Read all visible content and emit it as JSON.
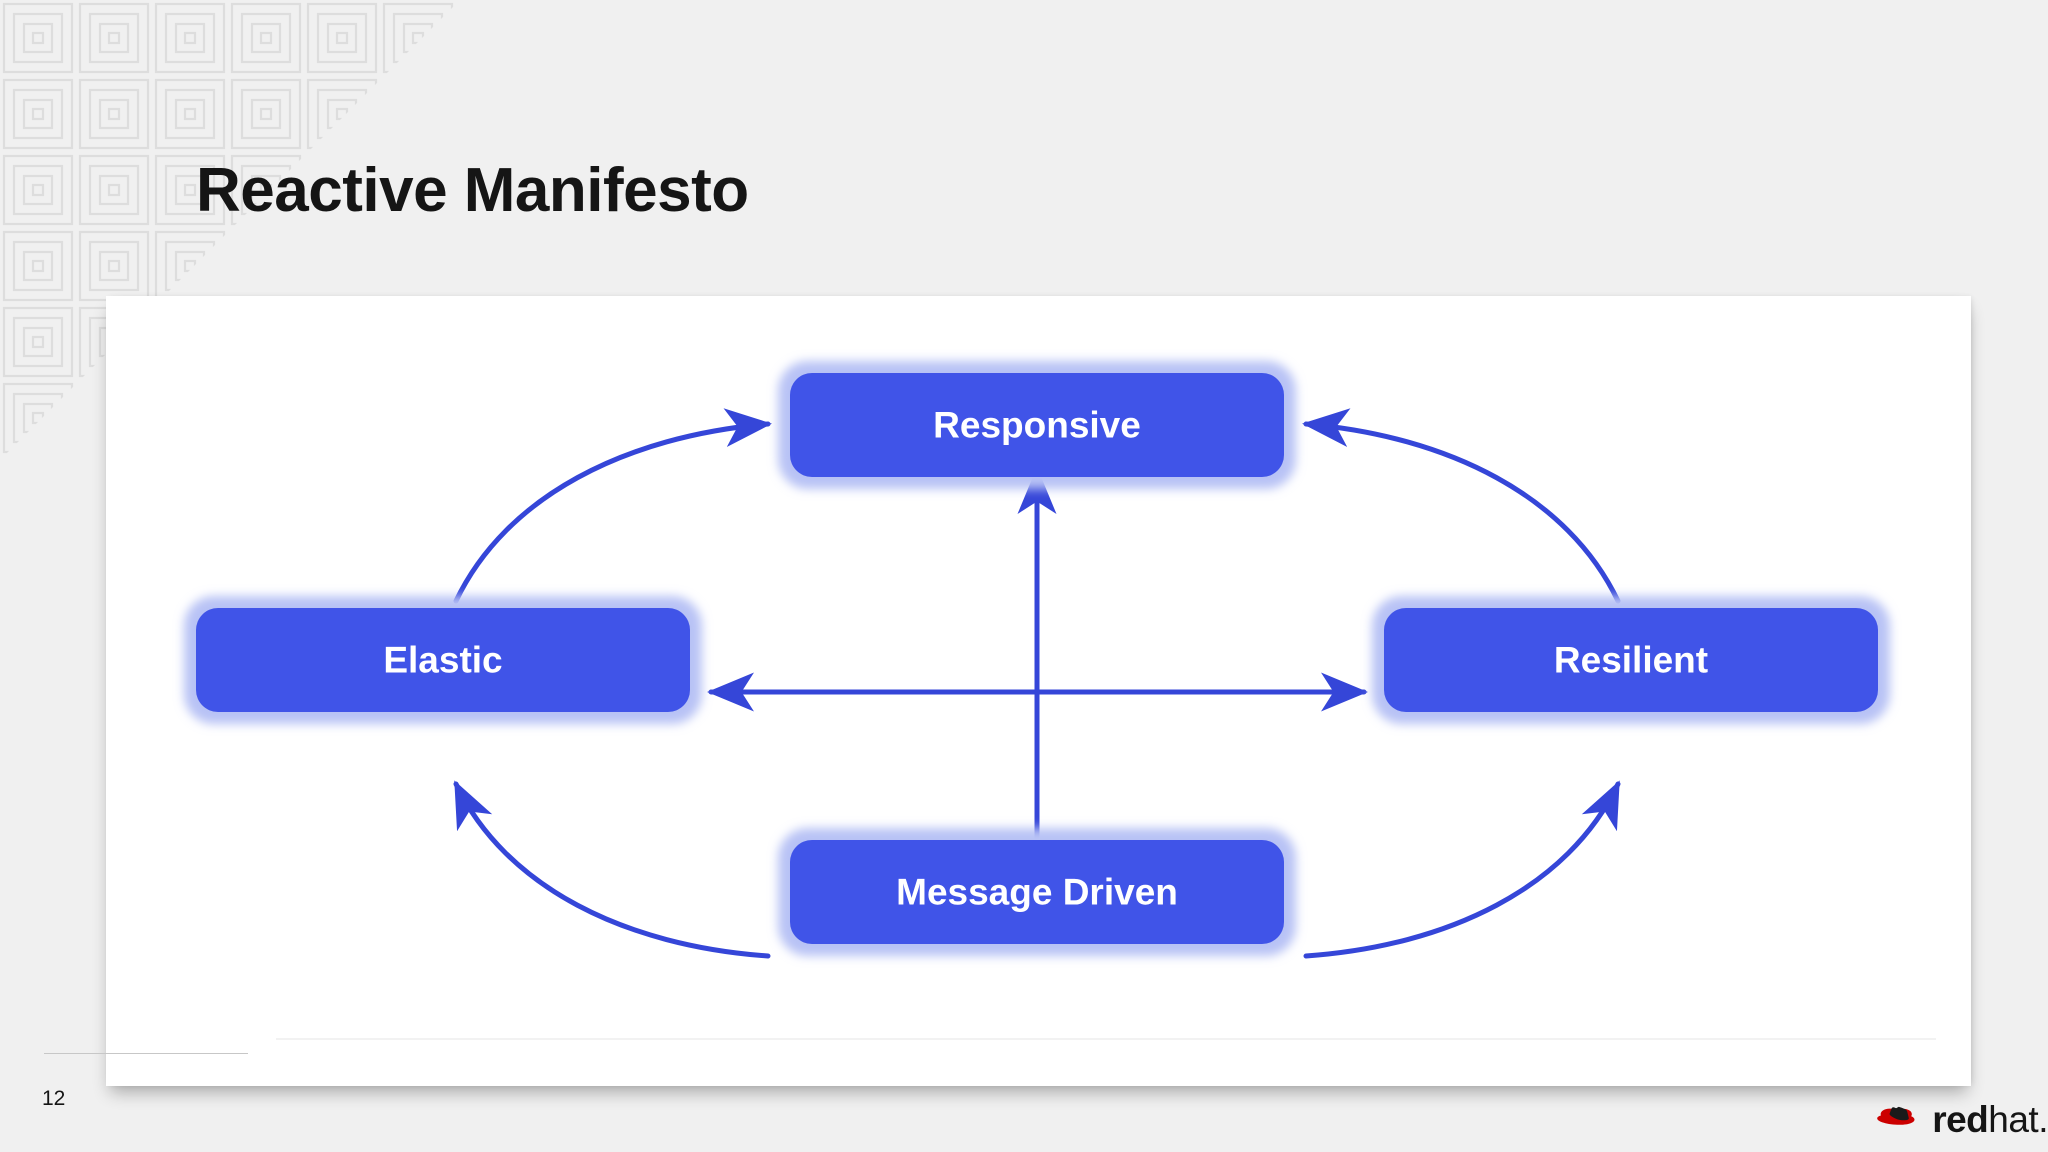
{
  "slide": {
    "title": "Reactive Manifesto",
    "page_number": "12",
    "background_color": "#f0f0f0",
    "panel_color": "#ffffff"
  },
  "brand": {
    "name_bold": "red",
    "name_light": "hat.",
    "logo_icon": "red-hat-fedora-icon",
    "logo_color": "#cc0000"
  },
  "diagram": {
    "type": "cycle-diagram",
    "accent_color": "#3b53e0",
    "box_fill": "#4054e8",
    "box_glow": "#b8c2f5",
    "arrow_color": "#3546d8",
    "nodes": [
      {
        "id": "responsive",
        "label": "Responsive",
        "position": "top"
      },
      {
        "id": "elastic",
        "label": "Elastic",
        "position": "left"
      },
      {
        "id": "resilient",
        "label": "Resilient",
        "position": "right"
      },
      {
        "id": "message-driven",
        "label": "Message Driven",
        "position": "bottom"
      }
    ],
    "connections": [
      {
        "from": "elastic",
        "to": "responsive",
        "style": "curved",
        "heads": 1
      },
      {
        "from": "resilient",
        "to": "responsive",
        "style": "curved",
        "heads": 1
      },
      {
        "from": "message-driven",
        "to": "elastic",
        "style": "curved",
        "heads": 1
      },
      {
        "from": "message-driven",
        "to": "resilient",
        "style": "curved",
        "heads": 1
      },
      {
        "from": "message-driven",
        "to": "responsive",
        "style": "straight-vertical",
        "heads": 1
      },
      {
        "from": "elastic",
        "to": "resilient",
        "style": "straight-horizontal",
        "heads": 2
      }
    ]
  }
}
